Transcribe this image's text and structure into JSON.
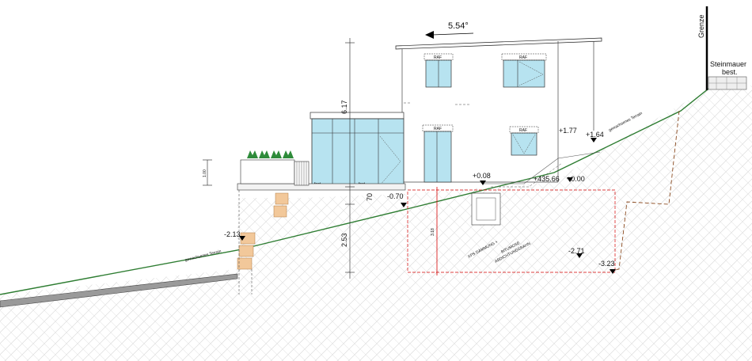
{
  "roof": {
    "pitch": "5.54°"
  },
  "boundary": {
    "label": "Grenze",
    "wall_label_1": "Steinmauer",
    "wall_label_2": "best."
  },
  "terrain": {
    "label": "gewachsenes Terrain"
  },
  "levels": {
    "l1": "+1.77",
    "l2": "+1.64",
    "l3": "+0.08",
    "l4": "+0.00",
    "l5": "+435.66",
    "l6": "-0.70",
    "l7": "-2.13",
    "l8": "-2.71",
    "l9": "-3.23"
  },
  "dimensions": {
    "d1": "6.17",
    "d2": "2.53",
    "d3": "70",
    "d4": "1.00",
    "d5": "3.18"
  },
  "glazing": {
    "fixed": "fest"
  },
  "window_tag": "RAF",
  "notes": {
    "xps": "XPS DÄMMUNG +",
    "bitumen_1": "BITUMOSE",
    "bitumen_2": "ABDICHTUNGSBAHN"
  },
  "colors": {
    "terrain": "#2e7d32",
    "glass": "#b7e3f0",
    "xps": "#d40000",
    "note_blue": "#1a2ea8",
    "stone": "#f2c89a",
    "hatch": "#d9d9d9",
    "plant": "#2e8b3a"
  }
}
